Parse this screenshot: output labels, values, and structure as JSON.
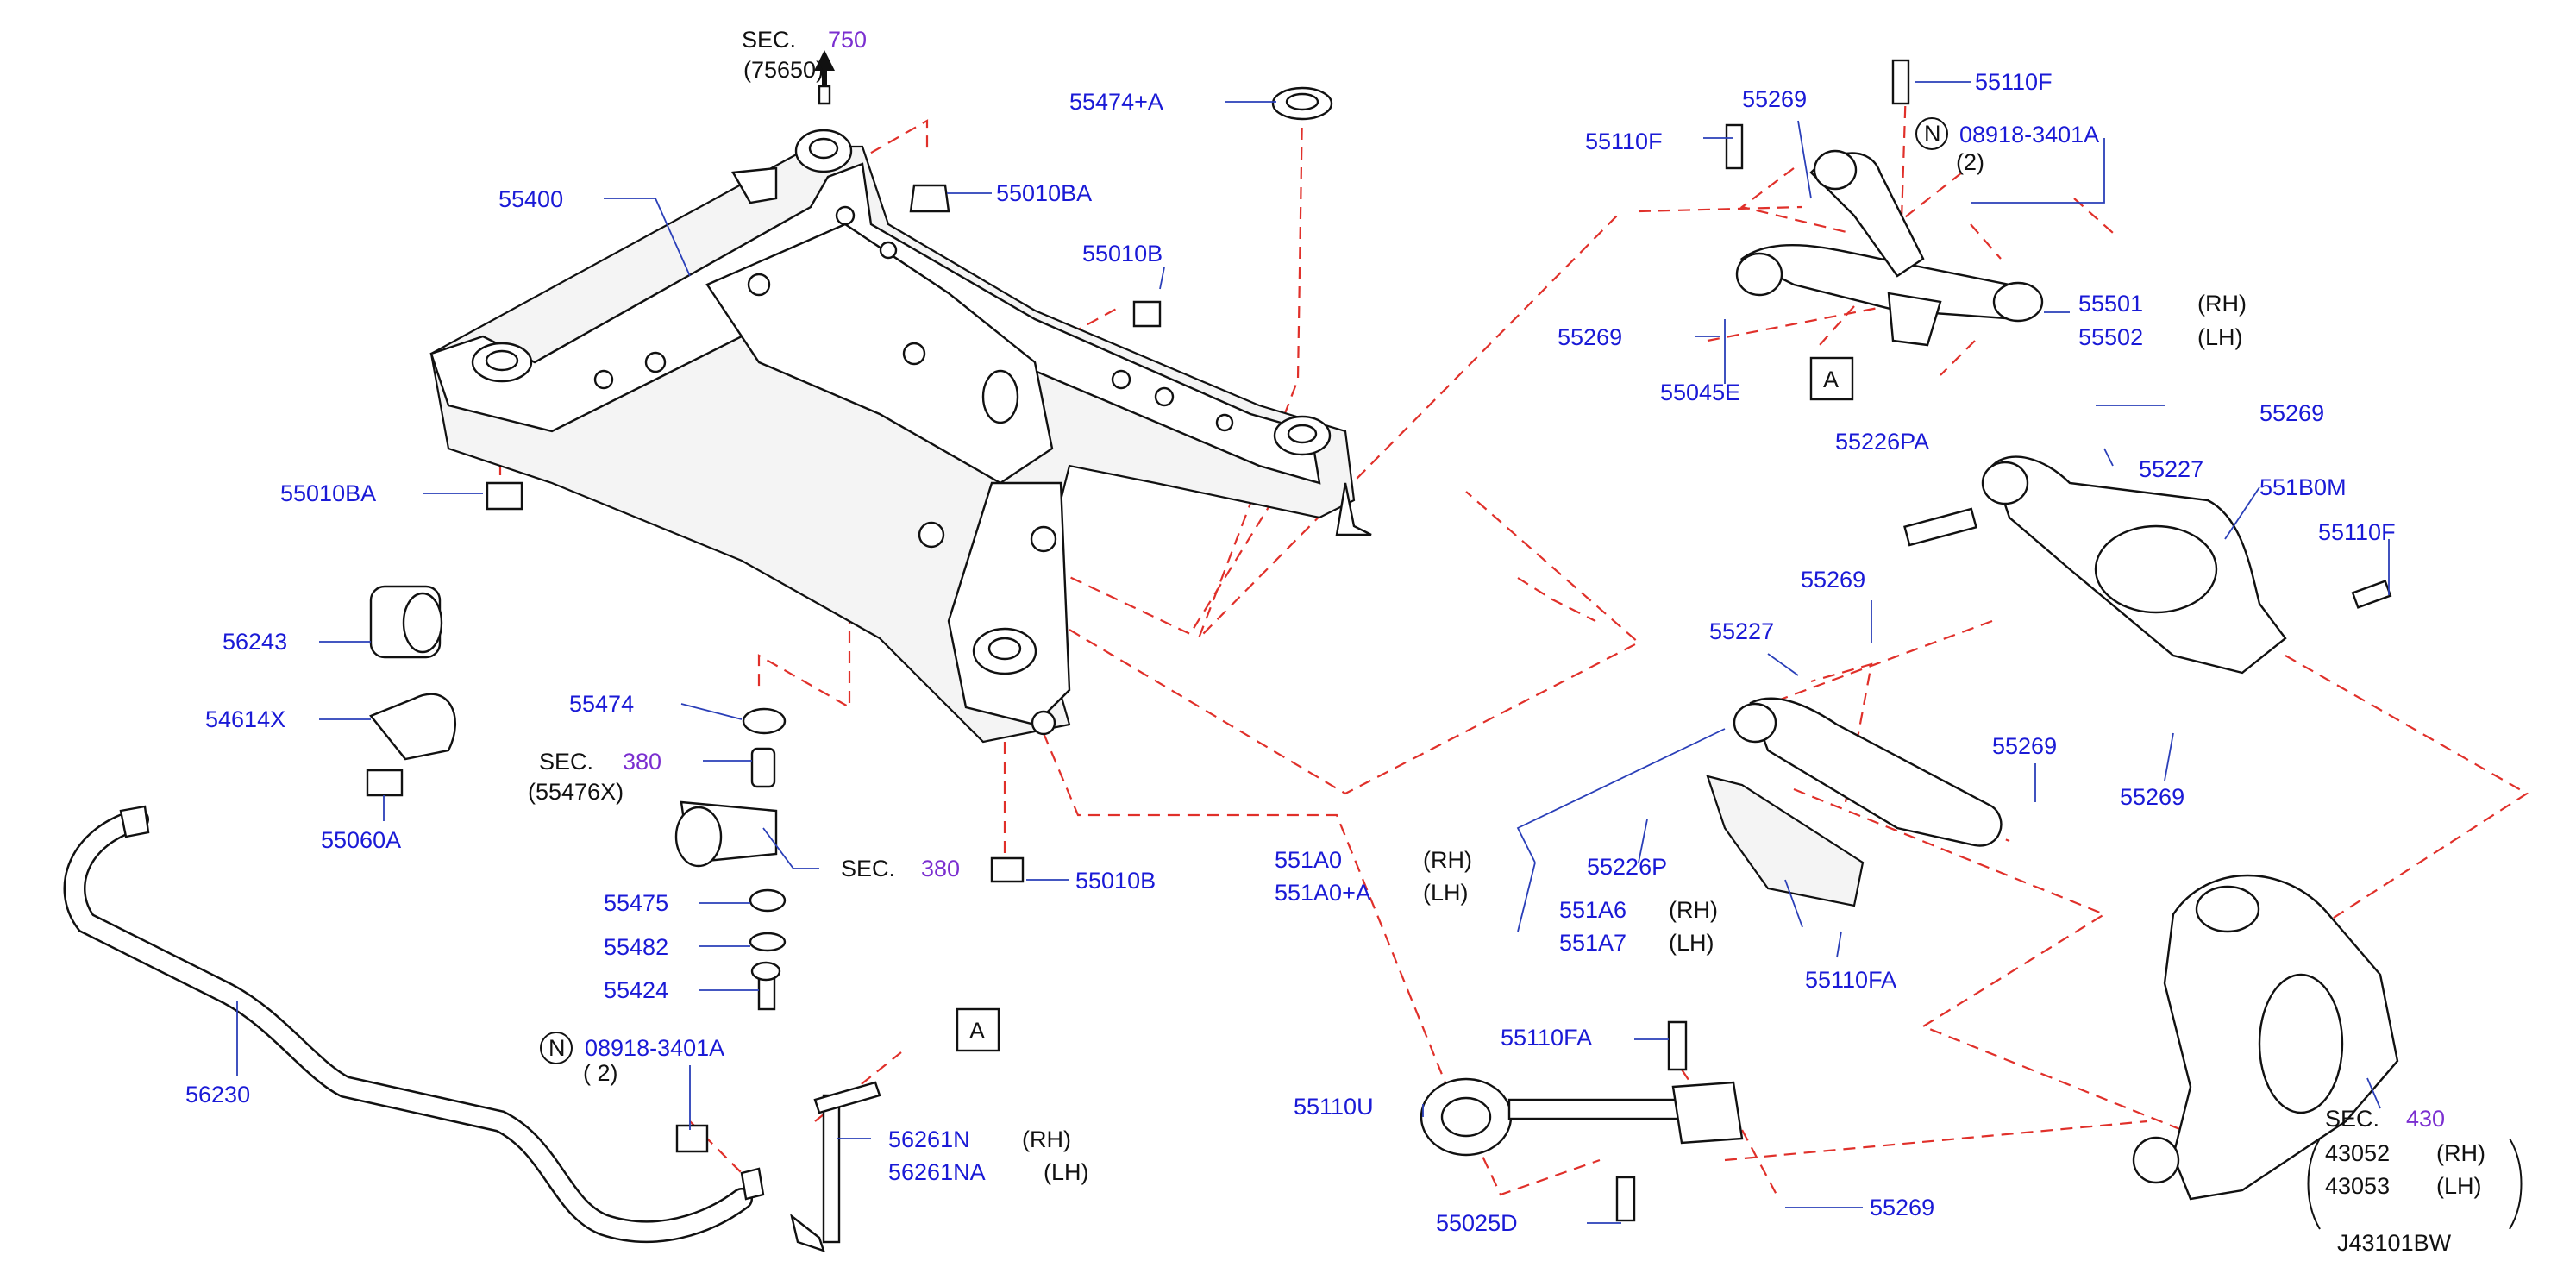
{
  "diagram": {
    "id_code": "J43101BW",
    "colors": {
      "part_number": "#1a1ad6",
      "section_number": "#7b2fd0",
      "leader": "#2a3fb8",
      "connector": "#e0302a",
      "text": "#111111"
    },
    "sections": {
      "s750": {
        "label": "SEC.",
        "num": "750",
        "sub": "(75650)"
      },
      "s380a": {
        "label": "SEC.",
        "num": "380",
        "sub": "(55476X)"
      },
      "s380b": {
        "label": "SEC.",
        "num": "380"
      },
      "s430": {
        "label": "SEC.",
        "num": "430",
        "p1": "43052",
        "p1n": "(RH)",
        "p2": "43053",
        "p2n": "(LH)"
      }
    },
    "parts": {
      "p55474A": "55474+A",
      "p55010BA_top": "55010BA",
      "p55400": "55400",
      "p55010B_top": "55010B",
      "p55010BA_left": "55010BA",
      "p56243": "56243",
      "p54614X": "54614X",
      "p55060A": "55060A",
      "p55474": "55474",
      "p55475": "55475",
      "p55482": "55482",
      "p55424": "55424",
      "p55010B_bot": "55010B",
      "p56230": "56230",
      "p08918_left": "08918-3401A",
      "p08918_left_qty": "( 2)",
      "p56261N": "56261N",
      "p56261N_n": "(RH)",
      "p56261NA": "56261NA",
      "p56261NA_n": "(LH)",
      "p55110F_top": "55110F",
      "p55269_top": "55269",
      "p55110F_left": "55110F",
      "p08918_right": "08918-3401A",
      "p08918_right_qty": "(2)",
      "p55501": "55501",
      "p55501_n": "(RH)",
      "p55502": "55502",
      "p55502_n": "(LH)",
      "p55269_upleft": "55269",
      "p55045E": "55045E",
      "p55269_r1": "55269",
      "p55226PA": "55226PA",
      "p55227_r": "55227",
      "p551B0M": "551B0M",
      "p55110F_r": "55110F",
      "p55269_mid": "55269",
      "p55227_mid": "55227",
      "p55269_r2": "55269",
      "p55269_r3": "55269",
      "p551A0": "551A0",
      "p551A0_n": "(RH)",
      "p551A0A": "551A0+A",
      "p551A0A_n": "(LH)",
      "p55226P": "55226P",
      "p551A6": "551A6",
      "p551A6_n": "(RH)",
      "p551A7": "551A7",
      "p551A7_n": "(LH)",
      "p55110FA_r": "55110FA",
      "p55110FA_b": "55110FA",
      "p55110U": "55110U",
      "p55269_bot": "55269",
      "p55025D": "55025D"
    },
    "callouts": {
      "a1": "A",
      "a2": "A"
    },
    "n_mark": "N"
  }
}
